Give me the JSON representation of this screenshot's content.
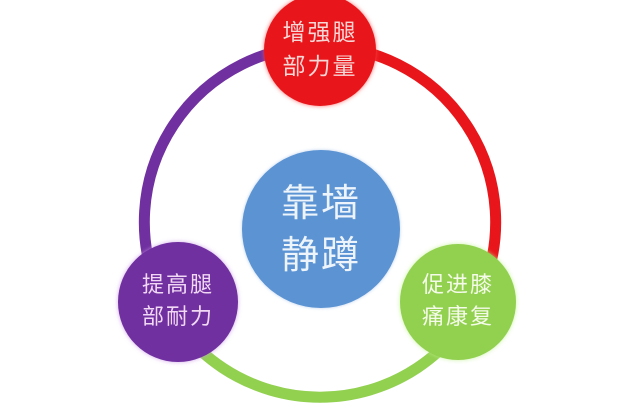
{
  "diagram": {
    "center": {
      "lines": [
        "靠墙",
        "静蹲"
      ],
      "color": "#5b93d3"
    },
    "nodes": [
      {
        "lines": [
          "增强腿",
          "部力量"
        ],
        "color": "#e8161b",
        "position": "top"
      },
      {
        "lines": [
          "提高腿",
          "部耐力"
        ],
        "color": "#7030a0",
        "position": "bottom-left"
      },
      {
        "lines": [
          "促进膝",
          "痛康复"
        ],
        "color": "#92d050",
        "position": "bottom-right"
      }
    ],
    "ring_segments": [
      {
        "from": "top",
        "to": "bottom-right",
        "color": "#e8161b"
      },
      {
        "from": "bottom-right",
        "to": "bottom-left",
        "color": "#92d050"
      },
      {
        "from": "bottom-left",
        "to": "top",
        "color": "#7030a0"
      }
    ]
  }
}
